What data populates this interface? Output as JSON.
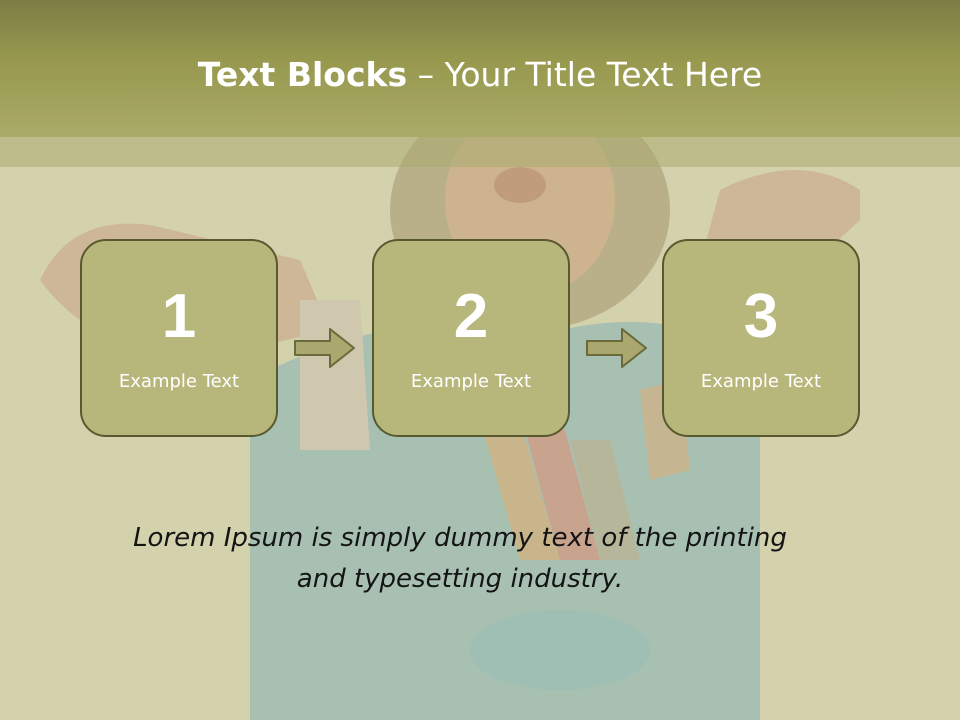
{
  "slide": {
    "title_bold": "Text Blocks",
    "title_rest": " – Your Title Text Here",
    "steps": [
      {
        "number": "1",
        "label": "Example Text"
      },
      {
        "number": "2",
        "label": "Example Text"
      },
      {
        "number": "3",
        "label": "Example Text"
      }
    ],
    "caption_line1": "Lorem Ipsum is simply dummy text of the printing",
    "caption_line2": "and typesetting industry."
  },
  "colors": {
    "title_band": "#98994f",
    "block_fill": "#b8b77b",
    "block_border": "#59592f",
    "arrow_fill": "#aaa86e",
    "caption_text": "#141414",
    "background": "#d4d3b0"
  }
}
